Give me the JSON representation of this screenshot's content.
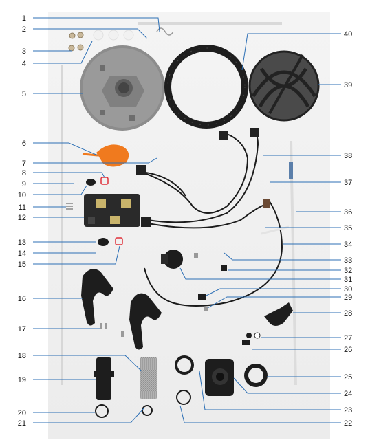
{
  "labels": {
    "1": "1",
    "2": "2",
    "3": "3",
    "4": "4",
    "5": "5",
    "6": "6",
    "7": "7",
    "8": "8",
    "9": "9",
    "10": "10",
    "11": "11",
    "12": "12",
    "13": "13",
    "14": "14",
    "15": "15",
    "16": "16",
    "17": "17",
    "18": "18",
    "19": "19",
    "20": "20",
    "21": "21",
    "22": "22",
    "23": "23",
    "24": "24",
    "25": "25",
    "26": "26",
    "27": "27",
    "28": "28",
    "29": "29",
    "30": "30",
    "31": "31",
    "32": "32",
    "33": "33",
    "34": "34",
    "35": "35",
    "36": "36",
    "37": "37",
    "38": "38",
    "39": "39",
    "40": "40"
  },
  "colors": {
    "leader": "#2c6fb5",
    "label": "#111111",
    "part_grey": "#8c8c8c",
    "part_black": "#1d1d1d",
    "part_orange": "#f07a1e",
    "seal_red": "#e0303a"
  }
}
